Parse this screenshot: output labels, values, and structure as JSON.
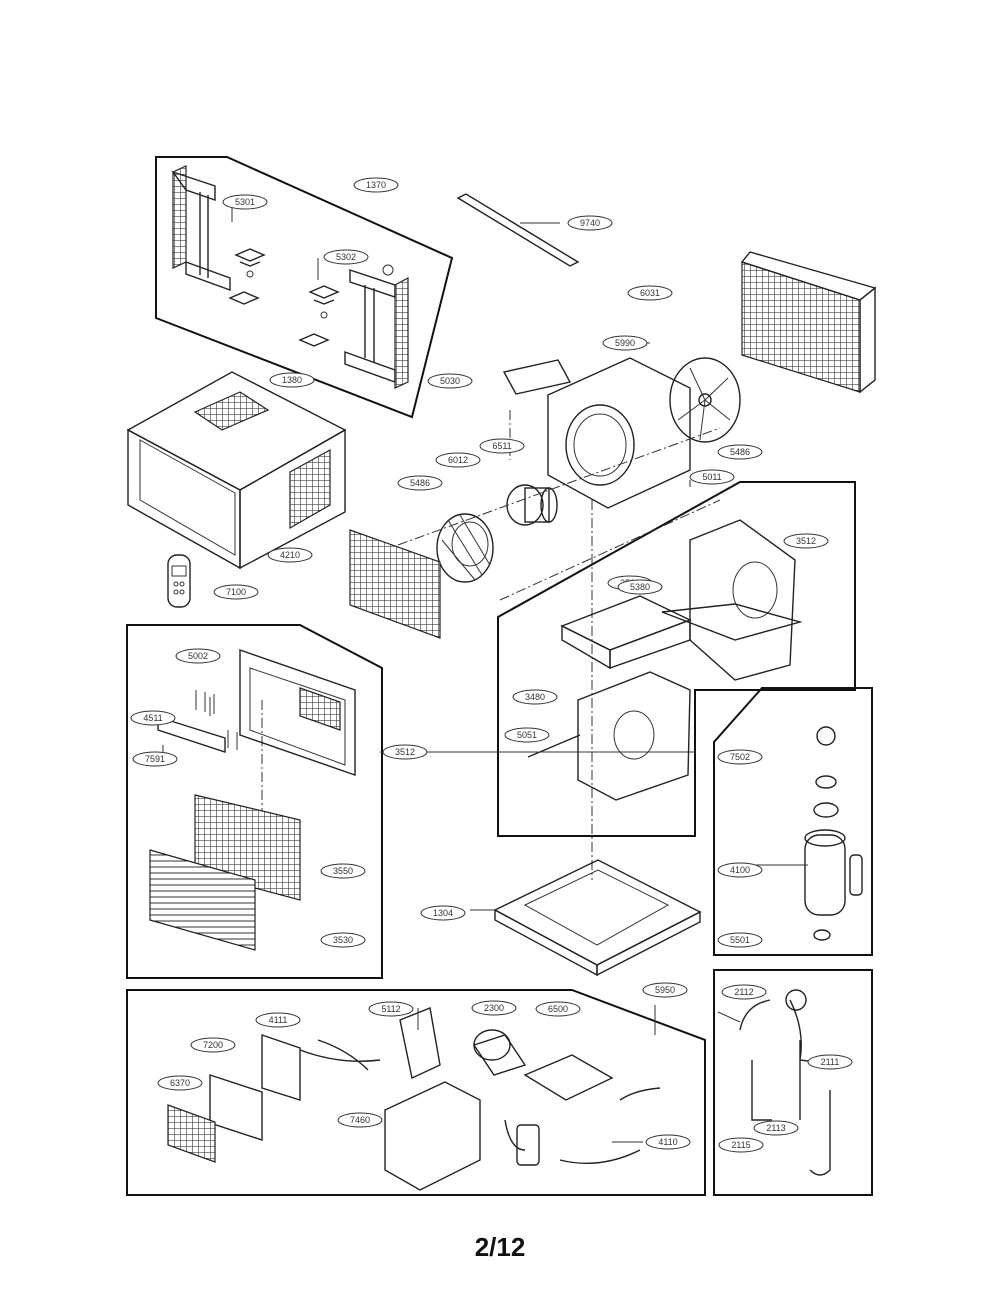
{
  "page_number": "2/12",
  "labels": {
    "l1": "1370",
    "l2": "5301",
    "l3": "5302",
    "l4": "1380",
    "l5": "9740",
    "l6": "6031",
    "l7": "5990",
    "l8": "5030",
    "l9": "6511",
    "l10": "6012",
    "l11": "5486",
    "l12": "5486",
    "l13": "5011",
    "l14": "4210",
    "l15": "7100",
    "l16": "3510",
    "l17": "3512",
    "l18": "5002",
    "l19": "4511",
    "l20": "7591",
    "l21": "3512",
    "l22": "3550",
    "l23": "3530",
    "l24": "3480",
    "l25": "5051",
    "l26": "5380",
    "l27": "1304",
    "l28": "7502",
    "l29": "4100",
    "l30": "5501",
    "l31": "5950",
    "l32": "5112",
    "l33": "2300",
    "l34": "6500",
    "l35": "4111",
    "l36": "7200",
    "l37": "6370",
    "l38": "7460",
    "l39": "4110",
    "l40": "2112",
    "l41": "2111",
    "l42": "2113",
    "l43": "2115"
  }
}
